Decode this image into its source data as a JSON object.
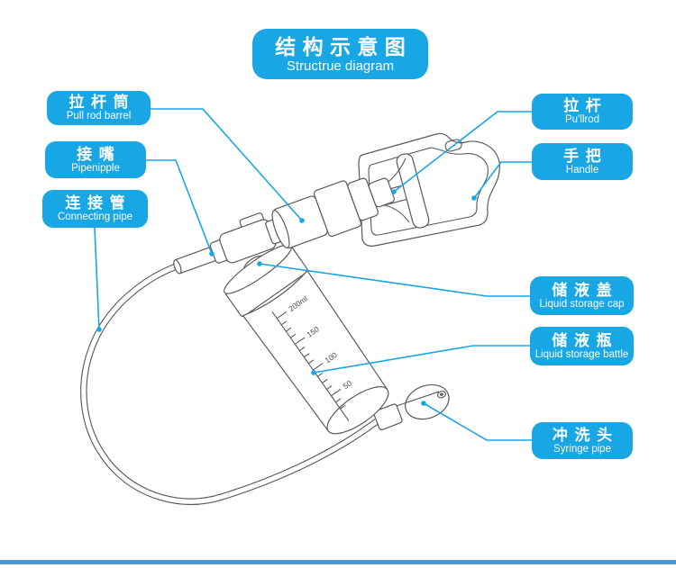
{
  "title": {
    "zh": "结构示意图",
    "en": "Structrue diagram"
  },
  "labels": {
    "pull_rod_barrel": {
      "zh": "拉杆筒",
      "en": "Pull rod barrel"
    },
    "pipenipple": {
      "zh": "接嘴",
      "en": "Pipenipple"
    },
    "connecting_pipe": {
      "zh": "连接管",
      "en": "Connecting pipe"
    },
    "pull_rod": {
      "zh": "拉杆",
      "en": "Pu'llrod"
    },
    "handle": {
      "zh": "手把",
      "en": "Handle"
    },
    "liquid_storage_cap": {
      "zh": "储液盖",
      "en": "Liquid storage cap"
    },
    "liquid_storage_bottle": {
      "zh": "储液瓶",
      "en": "Liquid storage battle"
    },
    "syringe_pipe": {
      "zh": "冲洗头",
      "en": "Syringe pipe"
    }
  },
  "bottle_scale": {
    "marks": [
      "200ml",
      "150",
      "100",
      "50"
    ]
  },
  "colors": {
    "accent": "#18a6e4",
    "outline": "#595a5c",
    "footer_bar": "#4e97d2"
  }
}
